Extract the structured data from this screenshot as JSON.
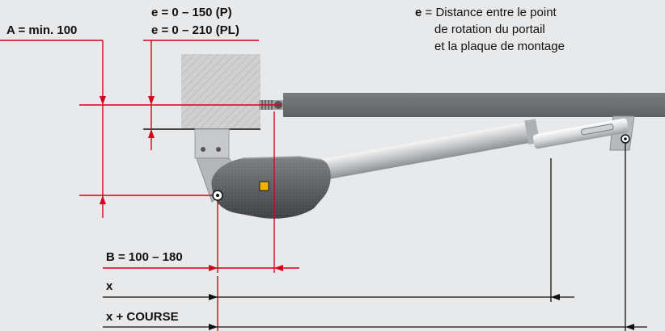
{
  "labels": {
    "a": "A = min. 100",
    "e_p": "e = 0 – 150 (P)",
    "e_pl": "e = 0 – 210 (PL)",
    "b": "B = 100 – 180",
    "x": "x",
    "x_course": "x + COURSE"
  },
  "legend": {
    "symbol": "e",
    "equals": " = ",
    "line1": "Distance entre le point",
    "line2": "de rotation du portail",
    "line3": "et la plaque de montage"
  },
  "colors": {
    "dimension": "#d9001b",
    "gate": "#6c6f72",
    "wall": "#c9c9c9",
    "background": "#e8e9eb",
    "brand": "#f0b400"
  }
}
